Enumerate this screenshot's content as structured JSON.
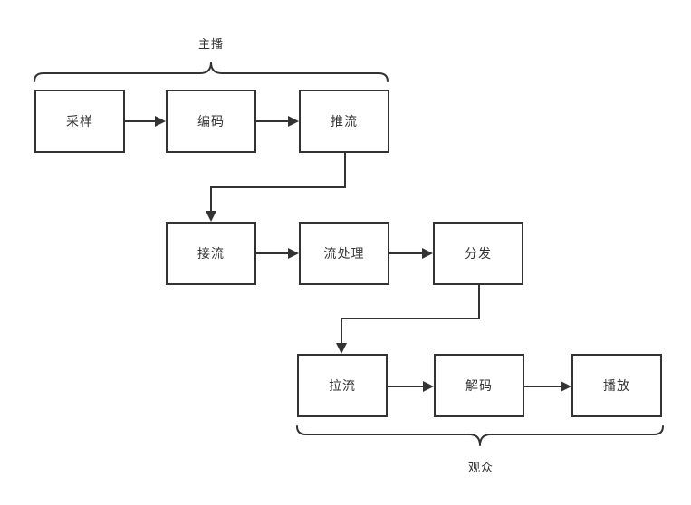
{
  "diagram": {
    "type": "flowchart",
    "background": "#ffffff",
    "colors": {
      "stroke": "#333333",
      "text": "#333333",
      "node_fill": "#ffffff"
    },
    "nodes": [
      {
        "id": "sampling",
        "label": "采样",
        "row": 1
      },
      {
        "id": "encoding",
        "label": "编码",
        "row": 1
      },
      {
        "id": "push-stream",
        "label": "推流",
        "row": 1
      },
      {
        "id": "receive-stream",
        "label": "接流",
        "row": 2
      },
      {
        "id": "stream-process",
        "label": "流处理",
        "row": 2
      },
      {
        "id": "distribution",
        "label": "分发",
        "row": 2
      },
      {
        "id": "pull-stream",
        "label": "拉流",
        "row": 3
      },
      {
        "id": "decoding",
        "label": "解码",
        "row": 3
      },
      {
        "id": "playback",
        "label": "播放",
        "row": 3
      }
    ],
    "edges": [
      {
        "from": "采样",
        "to": "编码",
        "style": "straight-arrow"
      },
      {
        "from": "编码",
        "to": "推流",
        "style": "straight-arrow"
      },
      {
        "from": "推流",
        "to": "接流",
        "style": "elbow-arrow"
      },
      {
        "from": "接流",
        "to": "流处理",
        "style": "straight-arrow"
      },
      {
        "from": "流处理",
        "to": "分发",
        "style": "straight-arrow"
      },
      {
        "from": "分发",
        "to": "拉流",
        "style": "elbow-arrow"
      },
      {
        "from": "拉流",
        "to": "解码",
        "style": "straight-arrow"
      },
      {
        "from": "解码",
        "to": "播放",
        "style": "straight-arrow"
      }
    ],
    "groups": [
      {
        "label": "主播",
        "brace": "top",
        "members": [
          "采样",
          "编码",
          "推流"
        ]
      },
      {
        "label": "观众",
        "brace": "bottom",
        "members": [
          "拉流",
          "解码",
          "播放"
        ]
      }
    ]
  }
}
